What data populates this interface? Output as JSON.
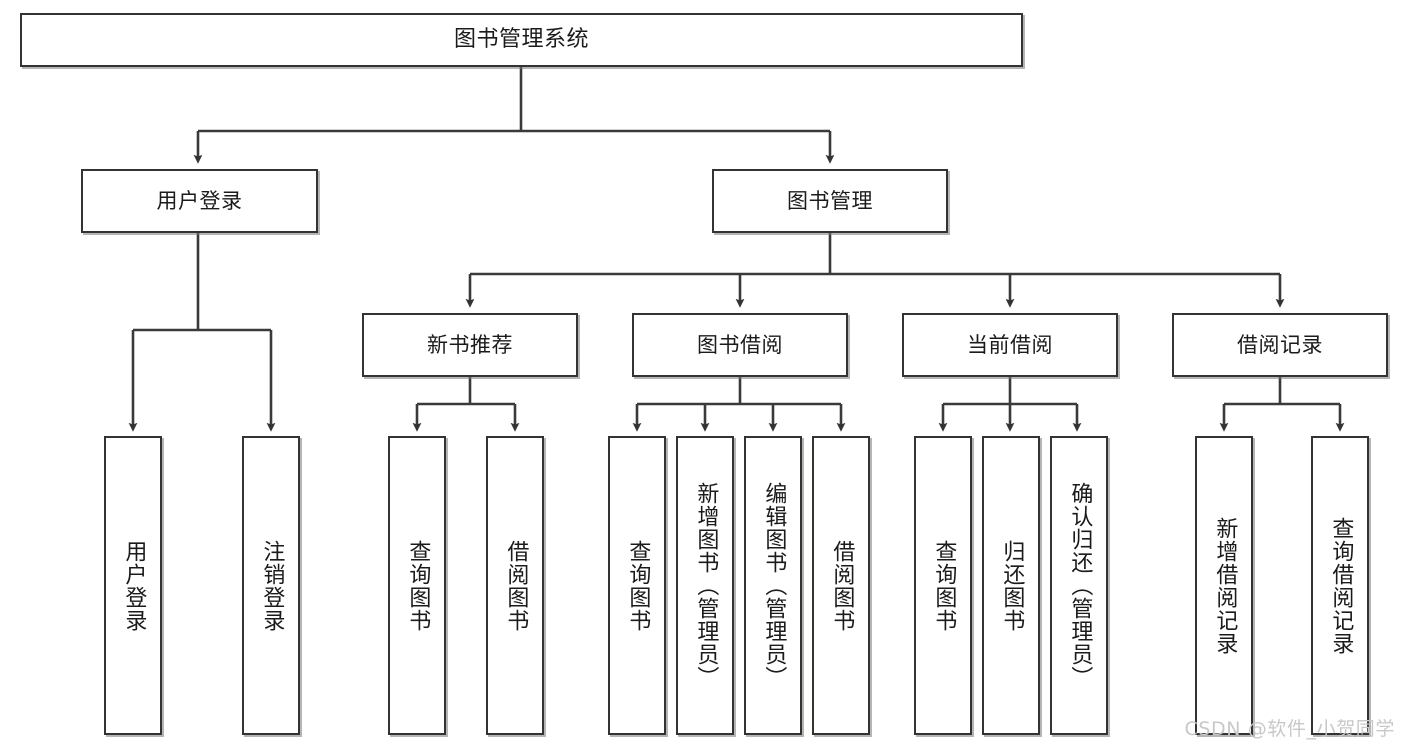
{
  "diagram": {
    "title": "图书管理系统",
    "watermark": "CSDN @软件_小贺同学",
    "colors": {
      "box_border": "#33332f",
      "box_fill": "#ffffff",
      "connector": "#3a3a38",
      "text": "#1b1b1b",
      "watermark": "#c8c8c8"
    }
  },
  "nodes": {
    "root": {
      "label": "图书管理系统",
      "level": 0
    },
    "level1": [
      {
        "id": "user-login",
        "label": "用户登录"
      },
      {
        "id": "book-manage",
        "label": "图书管理"
      }
    ],
    "level2": [
      {
        "id": "new-book-recommend",
        "label": "新书推荐"
      },
      {
        "id": "book-borrow",
        "label": "图书借阅"
      },
      {
        "id": "current-borrow",
        "label": "当前借阅"
      },
      {
        "id": "borrow-record",
        "label": "借阅记录"
      }
    ],
    "leaves": {
      "user_login": [
        {
          "id": "leaf-user-login",
          "label": "用户登录"
        },
        {
          "id": "leaf-logout",
          "label": "注销登录"
        }
      ],
      "new_book_recommend": [
        {
          "id": "leaf-query-book-1",
          "label": "查询图书"
        },
        {
          "id": "leaf-borrow-book-1",
          "label": "借阅图书"
        }
      ],
      "book_borrow": [
        {
          "id": "leaf-query-book-2",
          "label": "查询图书"
        },
        {
          "id": "leaf-add-book",
          "label": "新增图书（管理员）"
        },
        {
          "id": "leaf-edit-book",
          "label": "编辑图书（管理员）"
        },
        {
          "id": "leaf-borrow-book-2",
          "label": "借阅图书"
        }
      ],
      "current_borrow": [
        {
          "id": "leaf-query-book-3",
          "label": "查询图书"
        },
        {
          "id": "leaf-return-book",
          "label": "归还图书"
        },
        {
          "id": "leaf-confirm-return",
          "label": "确认归还（管理员）"
        }
      ],
      "borrow_record": [
        {
          "id": "leaf-add-record",
          "label": "新增借阅记录"
        },
        {
          "id": "leaf-query-record",
          "label": "查询借阅记录"
        }
      ]
    }
  }
}
